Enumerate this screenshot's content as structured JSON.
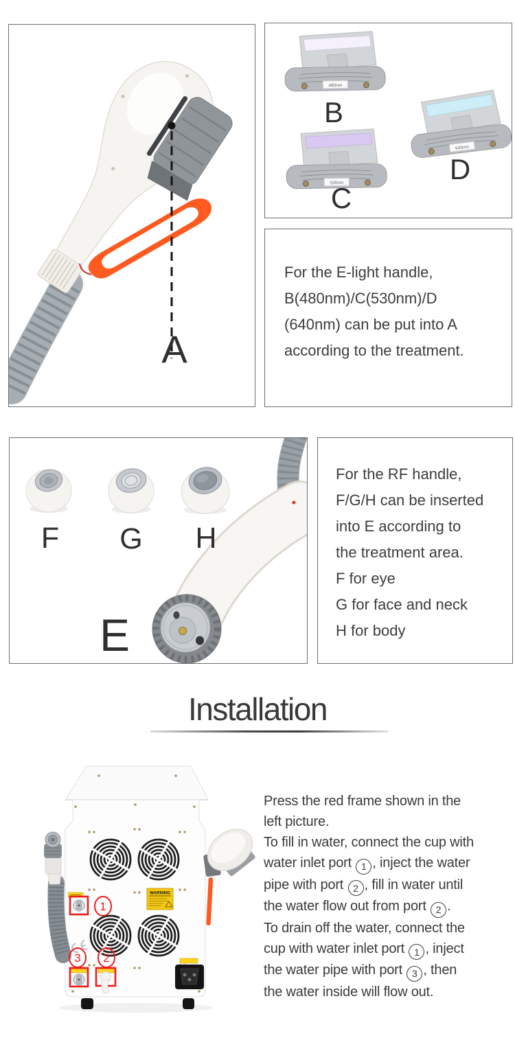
{
  "colors": {
    "accent_red": "#ee1c1c",
    "strap_orange": "#ff5a1f",
    "warning_yellow": "#f6c80e",
    "text": "#3c3c3c",
    "box_border": "#6e6e6e"
  },
  "section_elight": {
    "handle_marker": "A",
    "filters": [
      {
        "marker": "B",
        "wavelength": "480nm",
        "glow": "#f4f1fa"
      },
      {
        "marker": "C",
        "wavelength": "530nm",
        "glow": "#d9c8f1"
      },
      {
        "marker": "D",
        "wavelength": "640nm",
        "glow": "#cdedf8"
      }
    ],
    "note_lines": [
      "For the E-light handle,",
      "B(480nm)/C(530nm)/D",
      "(640nm) can be put into A",
      "according to the treatment."
    ]
  },
  "section_rf": {
    "handle_marker": "E",
    "tip_markers": [
      "F",
      "G",
      "H"
    ],
    "note_lines": [
      "For the RF handle,",
      "F/G/H can be inserted",
      "into E according to",
      "the treatment area.",
      "F for eye",
      "G for face and neck",
      "H for body"
    ]
  },
  "installation": {
    "heading": "Installation",
    "machine_warning": "WARNING",
    "port_markers": [
      "1",
      "2",
      "3"
    ],
    "instruction_lines": [
      "Press the red frame shown in the",
      "left picture.",
      "To fill in water, connect the cup with",
      "water inlet port ①, inject the water",
      "pipe with port ②, fill in water until",
      "the water flow out from port ②.",
      "To drain off the water, connect the",
      "cup with water inlet port ①, inject",
      "the water pipe with port ③, then",
      "the water inside will flow out."
    ]
  }
}
